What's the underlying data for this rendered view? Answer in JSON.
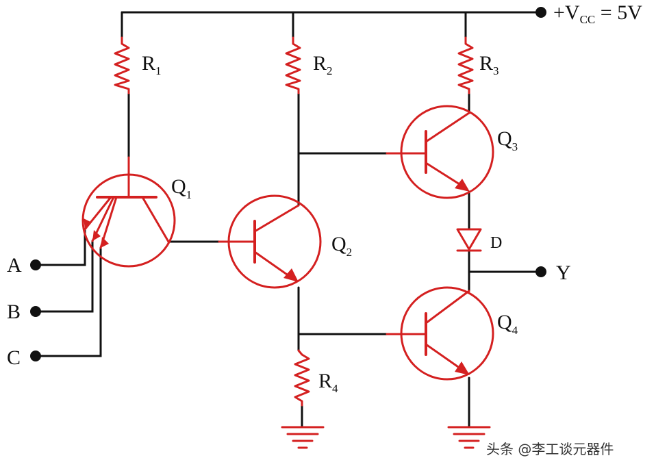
{
  "supply": {
    "prefix": "+V",
    "sub": "CC",
    "rest": " = 5V"
  },
  "resistors": [
    {
      "letter": "R",
      "sub": "1"
    },
    {
      "letter": "R",
      "sub": "2"
    },
    {
      "letter": "R",
      "sub": "3"
    },
    {
      "letter": "R",
      "sub": "4"
    }
  ],
  "transistors": [
    {
      "letter": "Q",
      "sub": "1"
    },
    {
      "letter": "Q",
      "sub": "2"
    },
    {
      "letter": "Q",
      "sub": "3"
    },
    {
      "letter": "Q",
      "sub": "4"
    }
  ],
  "diode": {
    "label": "D"
  },
  "inputs": [
    "A",
    "B",
    "C"
  ],
  "output": {
    "label": "Y"
  },
  "watermark": "头条 @李工谈元器件",
  "colors": {
    "wire": "#111111",
    "component": "#d42020"
  }
}
